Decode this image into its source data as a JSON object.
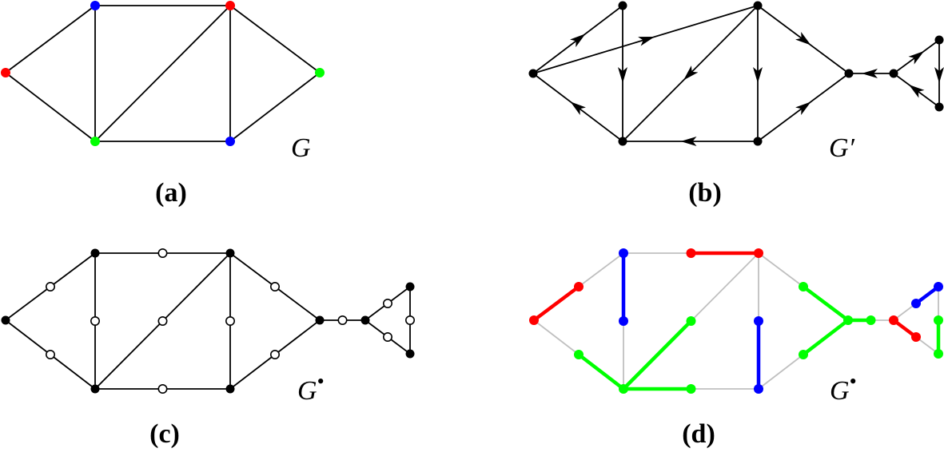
{
  "colors": {
    "red": "#ff0000",
    "blue": "#0000ff",
    "green": "#00ff00",
    "black": "#000000",
    "gray": "#c0c0c0",
    "white": "#ffffff"
  },
  "panels": [
    {
      "id": "a",
      "caption": "(a)",
      "graph_label": "G",
      "graph_label_sup": "",
      "nodes": [
        {
          "id": "v1",
          "color": "red"
        },
        {
          "id": "v2",
          "color": "blue"
        },
        {
          "id": "v3",
          "color": "green"
        },
        {
          "id": "v4",
          "color": "red"
        },
        {
          "id": "v5",
          "color": "blue"
        },
        {
          "id": "v6",
          "color": "green"
        }
      ],
      "edges": [
        [
          "v1",
          "v2"
        ],
        [
          "v1",
          "v3"
        ],
        [
          "v2",
          "v4"
        ],
        [
          "v2",
          "v3"
        ],
        [
          "v3",
          "v4"
        ],
        [
          "v3",
          "v5"
        ],
        [
          "v4",
          "v5"
        ],
        [
          "v4",
          "v6"
        ],
        [
          "v5",
          "v6"
        ]
      ]
    },
    {
      "id": "b",
      "caption": "(b)",
      "graph_label": "G′",
      "graph_label_sup": "",
      "nodes": [
        {
          "id": "v1",
          "color": "black"
        },
        {
          "id": "v2",
          "color": "black"
        },
        {
          "id": "v3",
          "color": "black"
        },
        {
          "id": "v4",
          "color": "black"
        },
        {
          "id": "v5",
          "color": "black"
        },
        {
          "id": "v6",
          "color": "black"
        },
        {
          "id": "t1",
          "color": "black"
        },
        {
          "id": "t2",
          "color": "black"
        },
        {
          "id": "t3",
          "color": "black"
        }
      ],
      "arcs": [
        [
          "v2",
          "v1"
        ],
        [
          "v1",
          "v3"
        ],
        [
          "v3",
          "v2"
        ],
        [
          "v2",
          "v4"
        ],
        [
          "v4",
          "v3"
        ],
        [
          "v4",
          "v5"
        ],
        [
          "v5",
          "v3"
        ],
        [
          "v4",
          "v6"
        ],
        [
          "v5",
          "v6"
        ],
        [
          "t1",
          "v6"
        ],
        [
          "t1",
          "t2"
        ],
        [
          "t2",
          "t3"
        ],
        [
          "t3",
          "t1"
        ]
      ]
    },
    {
      "id": "c",
      "caption": "(c)",
      "graph_label": "G",
      "graph_label_sup": "•",
      "nodes": [
        {
          "id": "v1",
          "color": "black"
        },
        {
          "id": "v2",
          "color": "black"
        },
        {
          "id": "v3",
          "color": "black"
        },
        {
          "id": "v4",
          "color": "black"
        },
        {
          "id": "v5",
          "color": "black"
        },
        {
          "id": "v6",
          "color": "black"
        },
        {
          "id": "t1",
          "color": "black"
        },
        {
          "id": "t2",
          "color": "black"
        },
        {
          "id": "t3",
          "color": "black"
        },
        {
          "id": "s12",
          "color": "white"
        },
        {
          "id": "s13",
          "color": "white"
        },
        {
          "id": "s24",
          "color": "white"
        },
        {
          "id": "s23",
          "color": "white"
        },
        {
          "id": "s34",
          "color": "white"
        },
        {
          "id": "s35",
          "color": "white"
        },
        {
          "id": "s45",
          "color": "white"
        },
        {
          "id": "s46",
          "color": "white"
        },
        {
          "id": "s56",
          "color": "white"
        },
        {
          "id": "s6t",
          "color": "white"
        },
        {
          "id": "st12",
          "color": "white"
        },
        {
          "id": "st23",
          "color": "white"
        },
        {
          "id": "st13",
          "color": "white"
        }
      ],
      "edges": [
        [
          "v1",
          "s12"
        ],
        [
          "s12",
          "v2"
        ],
        [
          "v1",
          "s13"
        ],
        [
          "s13",
          "v3"
        ],
        [
          "v2",
          "s24"
        ],
        [
          "s24",
          "v4"
        ],
        [
          "v2",
          "s23"
        ],
        [
          "s23",
          "v3"
        ],
        [
          "v3",
          "s34"
        ],
        [
          "s34",
          "v4"
        ],
        [
          "v3",
          "s35"
        ],
        [
          "s35",
          "v5"
        ],
        [
          "v4",
          "s45"
        ],
        [
          "s45",
          "v5"
        ],
        [
          "v4",
          "s46"
        ],
        [
          "s46",
          "v6"
        ],
        [
          "v5",
          "s56"
        ],
        [
          "s56",
          "v6"
        ],
        [
          "v6",
          "s6t"
        ],
        [
          "s6t",
          "t1"
        ],
        [
          "t1",
          "st12"
        ],
        [
          "st12",
          "t2"
        ],
        [
          "t2",
          "st23"
        ],
        [
          "st23",
          "t3"
        ],
        [
          "t1",
          "st13"
        ],
        [
          "st13",
          "t3"
        ]
      ]
    },
    {
      "id": "d",
      "caption": "(d)",
      "graph_label": "G",
      "graph_label_sup": "•",
      "nodes": [
        {
          "id": "v1",
          "color": "red"
        },
        {
          "id": "v2",
          "color": "blue"
        },
        {
          "id": "v3",
          "color": "green"
        },
        {
          "id": "v4",
          "color": "red"
        },
        {
          "id": "v5",
          "color": "blue"
        },
        {
          "id": "v6",
          "color": "green"
        },
        {
          "id": "t1",
          "color": "red"
        },
        {
          "id": "t2",
          "color": "blue"
        },
        {
          "id": "t3",
          "color": "green"
        },
        {
          "id": "s12",
          "color": "red"
        },
        {
          "id": "s13",
          "color": "green"
        },
        {
          "id": "s24",
          "color": "red"
        },
        {
          "id": "s23",
          "color": "blue"
        },
        {
          "id": "s34",
          "color": "green"
        },
        {
          "id": "s35",
          "color": "green"
        },
        {
          "id": "s45",
          "color": "blue"
        },
        {
          "id": "s46",
          "color": "green"
        },
        {
          "id": "s56",
          "color": "green"
        },
        {
          "id": "s6t",
          "color": "green"
        },
        {
          "id": "st12",
          "color": "blue"
        },
        {
          "id": "st23",
          "color": "green"
        },
        {
          "id": "st13",
          "color": "red"
        }
      ],
      "edges": [
        [
          "v1",
          "s12",
          "red"
        ],
        [
          "s12",
          "v2",
          "gray"
        ],
        [
          "v1",
          "s13",
          "gray"
        ],
        [
          "s13",
          "v3",
          "green"
        ],
        [
          "v2",
          "s24",
          "gray"
        ],
        [
          "s24",
          "v4",
          "red"
        ],
        [
          "v2",
          "s23",
          "blue"
        ],
        [
          "s23",
          "v3",
          "gray"
        ],
        [
          "v3",
          "s34",
          "green"
        ],
        [
          "s34",
          "v4",
          "gray"
        ],
        [
          "v3",
          "s35",
          "green"
        ],
        [
          "s35",
          "v5",
          "gray"
        ],
        [
          "v4",
          "s45",
          "gray"
        ],
        [
          "s45",
          "v5",
          "blue"
        ],
        [
          "v4",
          "s46",
          "gray"
        ],
        [
          "s46",
          "v6",
          "green"
        ],
        [
          "v5",
          "s56",
          "gray"
        ],
        [
          "s56",
          "v6",
          "green"
        ],
        [
          "v6",
          "s6t",
          "green"
        ],
        [
          "s6t",
          "t1",
          "gray"
        ],
        [
          "t1",
          "st13",
          "red"
        ],
        [
          "st13",
          "t3",
          "gray"
        ],
        [
          "t1",
          "st12",
          "gray"
        ],
        [
          "st12",
          "t2",
          "blue"
        ],
        [
          "t2",
          "st23",
          "gray"
        ],
        [
          "st23",
          "t3",
          "green"
        ]
      ]
    }
  ]
}
